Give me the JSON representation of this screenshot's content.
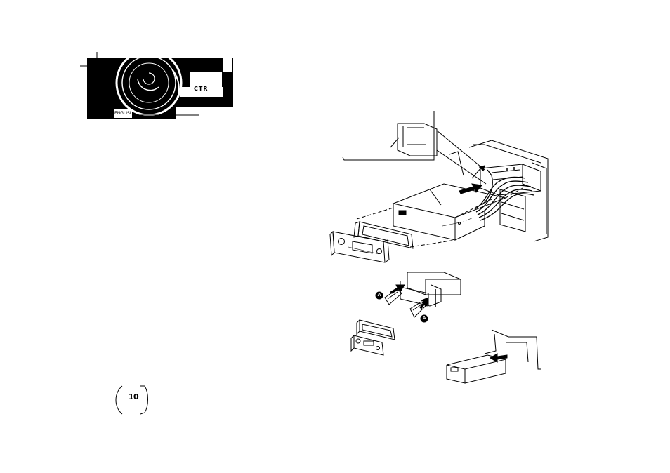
{
  "page": {
    "number": "10",
    "marker_a": "A",
    "marker_b": "A"
  },
  "header_logo": {
    "tag_text": "ENGLISH",
    "mark_text": "CTR"
  }
}
